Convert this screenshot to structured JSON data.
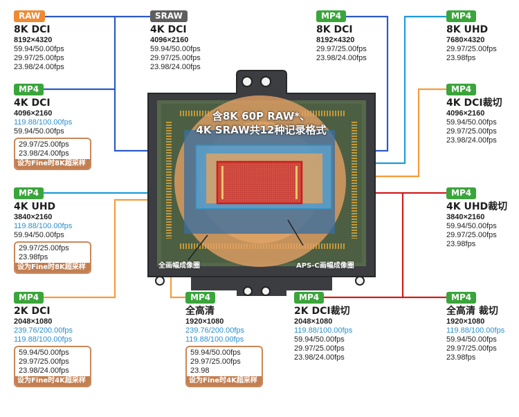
{
  "overlay_title_line1": "含8K 60P RAW*、",
  "overlay_title_line2": "4K SRAW共12种记录格式",
  "label_fullframe": "全画幅成像圈",
  "label_apsc": "APS-C画幅成像圈",
  "colors": {
    "blue_dark": "#2a59c8",
    "blue_light": "#1d9bd8",
    "orange": "#f59b3a",
    "red": "#cf1b1b"
  },
  "blocks": {
    "raw_8k": {
      "badge": "RAW",
      "format": "8K DCI",
      "res": "8192×4320",
      "fps": [
        "59.94/50.00fps",
        "29.97/25.00fps",
        "23.98/24.00fps"
      ]
    },
    "sraw_4k": {
      "badge": "SRAW",
      "format": "4K DCI",
      "res": "4096×2160",
      "fps": [
        "59.94/50.00fps",
        "29.97/25.00fps",
        "23.98/24.00fps"
      ]
    },
    "mp4_8k_dci": {
      "badge": "MP4",
      "format": "8K DCI",
      "res": "8192×4320",
      "fps": [
        "29.97/25.00fps",
        "23.98/24.00fps"
      ]
    },
    "mp4_8k_uhd": {
      "badge": "MP4",
      "format": "8K UHD",
      "res": "7680×4320",
      "fps": [
        "29.97/25.00fps",
        "23.98fps"
      ]
    },
    "mp4_4k_dci": {
      "badge": "MP4",
      "format": "4K DCI",
      "res": "4096×2160",
      "fps_hl": [
        "119.88/100.00fps"
      ],
      "fps": [
        "59.94/50.00fps"
      ],
      "box": [
        "29.97/25.00fps",
        "23.98/24.00fps"
      ],
      "note": "设为Fine时8K超采样"
    },
    "mp4_4k_dci_crop": {
      "badge": "MP4",
      "format": "4K DCI裁切",
      "res": "4096×2160",
      "fps": [
        "59.94/50.00fps",
        "29.97/25.00fps",
        "23.98/24.00fps"
      ]
    },
    "mp4_4k_uhd": {
      "badge": "MP4",
      "format": "4K UHD",
      "res": "3840×2160",
      "fps_hl": [
        "119.88/100.00fps"
      ],
      "fps": [
        "59.94/50.00fps"
      ],
      "box": [
        "29.97/25.00fps",
        "23.98fps"
      ],
      "note": "设为Fine时8K超采样"
    },
    "mp4_4k_uhd_crop": {
      "badge": "MP4",
      "format": "4K UHD裁切",
      "res": "3840×2160",
      "fps": [
        "59.94/50.00fps",
        "29.97/25.00fps",
        "23.98fps"
      ]
    },
    "mp4_2k_dci": {
      "badge": "MP4",
      "format": "2K DCI",
      "res": "2048×1080",
      "fps_hl": [
        "239.76/200.00fps",
        "119.88/100.00fps"
      ],
      "box": [
        "59.94/50.00fps",
        "29.97/25.00fps",
        "23.98/24.00fps"
      ],
      "note": "设为Fine时4K超采样"
    },
    "mp4_fullhd": {
      "badge": "MP4",
      "format": "全高清",
      "res": "1920×1080",
      "fps_hl": [
        "239.76/200.00fps",
        "119.88/100.00fps"
      ],
      "box": [
        "59.94/50.00fps",
        "29.97/25.00fps",
        "23.98"
      ],
      "note": "设为Fine时4K超采样"
    },
    "mp4_2k_dci_crop": {
      "badge": "MP4",
      "format": "2K DCI裁切",
      "res": "2048×1080",
      "fps_hl": [
        "119.88/100.00fps"
      ],
      "fps": [
        "59.94/50.00fps",
        "29.97/25.00fps",
        "23.98/24.00fps"
      ]
    },
    "mp4_fullhd_crop": {
      "badge": "MP4",
      "format": "全高清 裁切",
      "res": "1920×1080",
      "fps_hl": [
        "119.88/100.00fps"
      ],
      "fps": [
        "59.94/50.00fps",
        "29.97/25.00fps",
        "23.98fps"
      ]
    }
  }
}
